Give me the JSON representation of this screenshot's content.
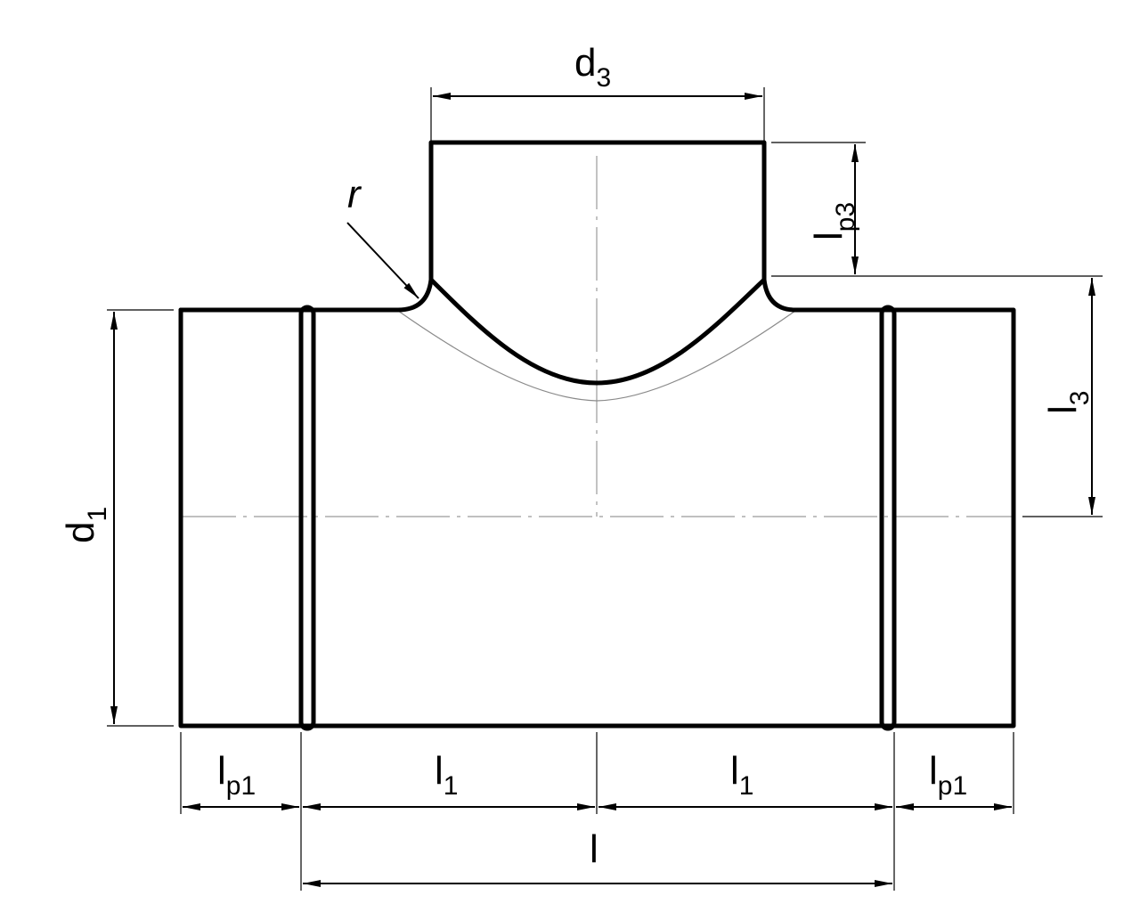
{
  "labels": {
    "d3": {
      "main": "d",
      "sub": "3"
    },
    "d1": {
      "main": "d",
      "sub": "1"
    },
    "r": "r",
    "lp3": {
      "main": "l",
      "sub": "p3"
    },
    "l3": {
      "main": "l",
      "sub": "3"
    },
    "lp1_left": {
      "main": "l",
      "sub": "p1"
    },
    "l1_left": {
      "main": "l",
      "sub": "1"
    },
    "l1_right": {
      "main": "l",
      "sub": "1"
    },
    "lp1_right": {
      "main": "l",
      "sub": "p1"
    },
    "l_total": "l"
  },
  "colors": {
    "line": "#000000",
    "centerline": "#9a9a9a",
    "background": "#ffffff"
  }
}
